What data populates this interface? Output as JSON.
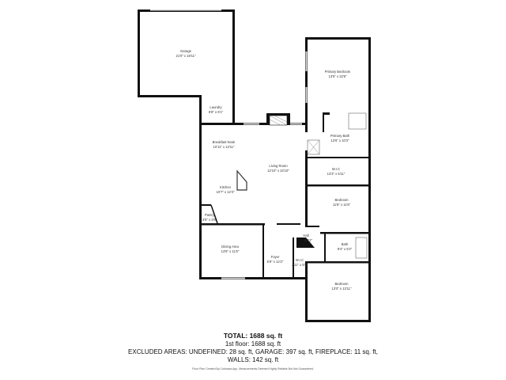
{
  "rooms": {
    "garage": {
      "name": "Garage",
      "dims": "21'0\" x 18'11\""
    },
    "primary_bedroom": {
      "name": "Primary Bedroom",
      "dims": "13'5\" x 22'8\""
    },
    "laundry": {
      "name": "Laundry",
      "dims": "6'8\" x 6'1\""
    },
    "breakfast_nook": {
      "name": "Breakfast Nook",
      "dims": "10'11\" x 13'11\""
    },
    "primary_bath": {
      "name": "Primary Bath",
      "dims": "13'6\" x 10'3\""
    },
    "living_room": {
      "name": "Living Room",
      "dims": "12'10\" x 22'10\""
    },
    "wic_primary": {
      "name": "W.I.C",
      "dims": "13'3\" x 5'11\""
    },
    "kitchen": {
      "name": "Kitchen",
      "dims": "10'7\" x 12'3\""
    },
    "bedroom_2": {
      "name": "Bedroom",
      "dims": "11'8\" x 11'6\""
    },
    "pantry": {
      "name": "Pantry",
      "dims": "3'6\" x 3'6\""
    },
    "hall": {
      "name": "Hall",
      "dims": "x 9'2\""
    },
    "bath": {
      "name": "Bath",
      "dims": "9'4\" x 5'2\""
    },
    "dining_area": {
      "name": "Dining Area",
      "dims": "13'6\" x 11'5\""
    },
    "foyer": {
      "name": "Foyer",
      "dims": "5'9\" x 12'2\""
    },
    "wic_small": {
      "name": "W.I.C",
      "dims": "3'11\" x 5'9\""
    },
    "bedroom_3": {
      "name": "Bedroom",
      "dims": "13'0\" x 13'11\""
    }
  },
  "summary": {
    "total": "TOTAL: 1688 sq. ft",
    "floor1": "1st floor: 1688 sq. ft",
    "excluded": "EXCLUDED AREAS: UNDEFINED: 28 sq. ft, GARAGE: 397 sq. ft, FIREPLACE: 11 sq. ft,",
    "walls": "WALLS: 142 sq. ft",
    "credit": "Floor Plan Created By Cubicasa App. Measurements Deemed Highly Reliable But Not Guaranteed."
  }
}
